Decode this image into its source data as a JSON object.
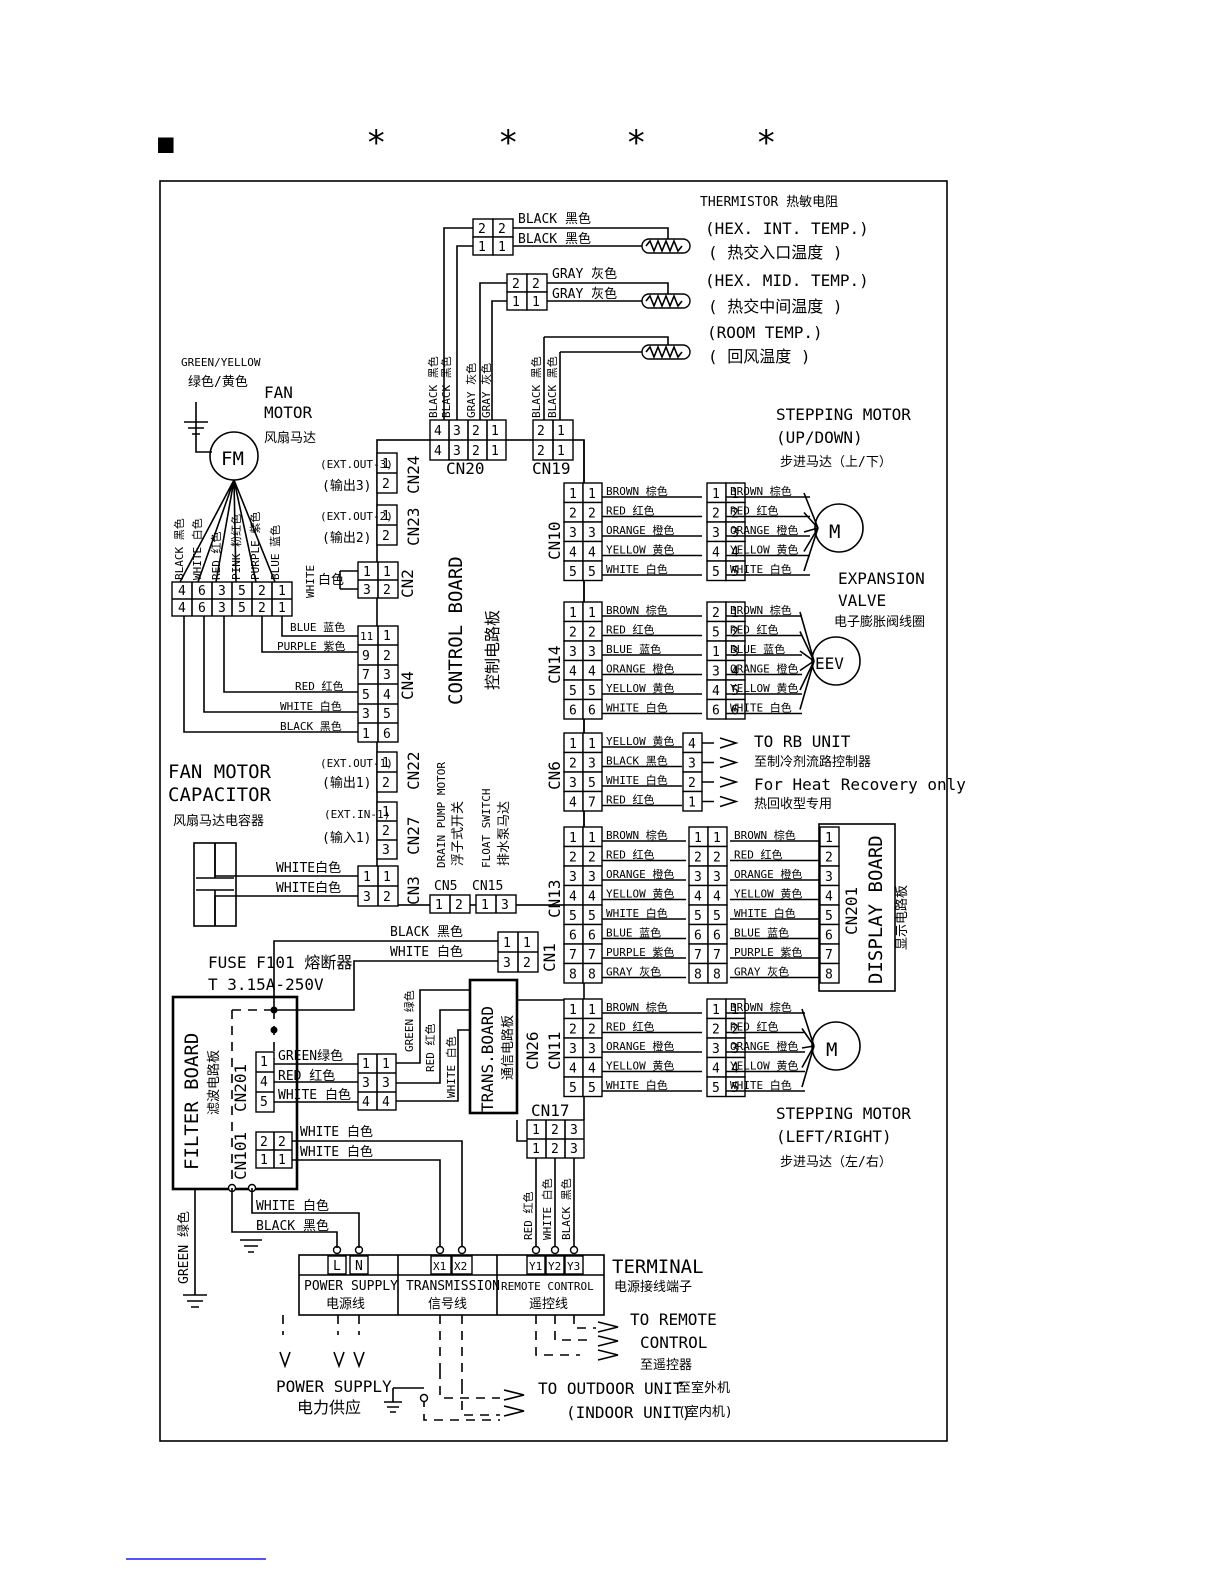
{
  "header": {
    "marker": "■",
    "stars": [
      "*",
      "*",
      "*",
      "*"
    ]
  },
  "thermistors": {
    "title": "THERMISTOR 热敏电阻",
    "hex_int": "(HEX. INT. TEMP.)",
    "hex_int_cn": "( 热交入口温度 )",
    "hex_mid": "(HEX. MID. TEMP.)",
    "hex_mid_cn": "( 热交中间温度 )",
    "room": "(ROOM TEMP.)",
    "room_cn": "( 回风温度 )",
    "wire_black": "BLACK 黑色",
    "wire_gray": "GRAY 灰色"
  },
  "fan_motor": {
    "gy": "GREEN/YELLOW",
    "gy_cn": "绿色/黄色",
    "title1": "FAN",
    "title2": "MOTOR",
    "title_cn": "风扇马达",
    "symbol": "FM",
    "vwires": [
      "BLACK 黑色",
      "WHITE 白色",
      "RED 红色",
      "PINK 粉红色",
      "PURPLE 紫色",
      "BLUE 蓝色"
    ],
    "pins": [
      "4",
      "6",
      "3",
      "5",
      "2",
      "1"
    ]
  },
  "cn4": {
    "label": "CN4",
    "pins_left": [
      "11",
      "9",
      "7",
      "5",
      "3",
      "1"
    ],
    "pins_right": [
      "1",
      "2",
      "3",
      "4",
      "5",
      "6"
    ],
    "wires": [
      "BLUE 蓝色",
      "PURPLE 紫色",
      "RED 红色",
      "WHITE 白色",
      "BLACK 黑色"
    ]
  },
  "cn24": {
    "label": "CN24",
    "l1": "(EXT.OUT-3)",
    "l2": "(输出3)"
  },
  "cn23": {
    "label": "CN23",
    "l1": "(EXT.OUT-2)",
    "l2": "(输出2)"
  },
  "cn2": {
    "label": "CN2",
    "l1": "WHITE",
    "l2": "白色"
  },
  "cn22": {
    "label": "CN22",
    "l1": "(EXT.OUT-1)",
    "l2": "(输出1)"
  },
  "cn27": {
    "label": "CN27",
    "l1": "(EXT.IN-1)",
    "l2": "(输入1)"
  },
  "cn3": {
    "label": "CN3",
    "wires": [
      "WHITE白色",
      "WHITE白色"
    ]
  },
  "capacitor": {
    "l1": "FAN MOTOR",
    "l2": "CAPACITOR",
    "cn": "风扇马达电容器"
  },
  "control_board": {
    "en": "CONTROL BOARD",
    "cn": "控制电路板"
  },
  "cn20": {
    "label": "CN20",
    "pins": [
      "4",
      "3",
      "2",
      "1"
    ],
    "wires": [
      "BLACK 黑色",
      "BLACK 黑色",
      "GRAY 灰色",
      "GRAY 灰色"
    ]
  },
  "cn19": {
    "label": "CN19",
    "pins": [
      "2",
      "1"
    ],
    "wires": [
      "BLACK 黑色",
      "BLACK 黑色"
    ]
  },
  "pump": {
    "drain": "DRAIN PUMP MOTOR",
    "drain_cn": "浮子式开关",
    "float": "FLOAT SWITCH",
    "float_cn": "排水泵马达",
    "cn5": "CN5",
    "cn15": "CN15"
  },
  "cn1": {
    "label": "CN1",
    "wires": [
      "BLACK 黑色",
      "WHITE 白色"
    ]
  },
  "fuse": {
    "l1": "FUSE F101 熔断器",
    "l2": "T 3.15A-250V"
  },
  "filter_board": {
    "en": "FILTER BOARD",
    "cn": "滤波电路板",
    "cn201": "CN201",
    "cn101": "CN101",
    "w1": [
      "GREEN绿色",
      "RED 红色",
      "WHITE 白色"
    ],
    "w2": [
      "WHITE 白色",
      "WHITE 白色"
    ]
  },
  "trans_board": {
    "en": "TRANS.BOARD",
    "cn": "通信电路板",
    "cn26": "CN26",
    "wires": [
      "GREEN 绿色",
      "RED 红色",
      "WHITE 白色"
    ]
  },
  "cn17": {
    "label": "CN17",
    "wires": [
      "RED 红色",
      "WHITE 白色",
      "BLACK 黑色"
    ]
  },
  "stepping_ud": {
    "title": "STEPPING MOTOR",
    "sub": "(UP/DOWN)",
    "cn": "步进马达（上/下）",
    "label": "CN10"
  },
  "stepping_lr": {
    "title": "STEPPING MOTOR",
    "sub": "(LEFT/RIGHT)",
    "cn": "步进马达（左/右）",
    "label": "CN11"
  },
  "step_wires": [
    "BROWN 棕色",
    "RED 红色",
    "ORANGE 橙色",
    "YELLOW 黄色",
    "WHITE 白色"
  ],
  "eev": {
    "title1": "EXPANSION",
    "title2": "VALVE",
    "cn": "电子膨胀阀线圈",
    "label": "CN14",
    "symbol": "EEV",
    "left_wires": [
      "BROWN 棕色",
      "RED 红色",
      "BLUE 蓝色",
      "ORANGE 橙色",
      "YELLOW 黄色",
      "WHITE 白色"
    ],
    "right_wires": [
      "BROWN 棕色",
      "RED 红色",
      "BLUE 蓝色",
      "ORANGE 橙色",
      "YELLOW 黄色",
      "WHITE 白色"
    ],
    "mid_pins": [
      "2",
      "5",
      "1",
      "3",
      "4",
      "6"
    ]
  },
  "cn6": {
    "label": "CN6",
    "wires": [
      "YELLOW 黄色",
      "BLACK 黑色",
      "WHITE 白色",
      "RED 红色"
    ],
    "right_pins": [
      "1",
      "3",
      "5",
      "7"
    ],
    "out_pins": [
      "4",
      "3",
      "2",
      "1"
    ],
    "to1": "TO RB UNIT",
    "to2": "至制冷剂流路控制器",
    "to3": "For Heat Recovery only",
    "to4": "热回收型专用"
  },
  "cn13": {
    "label": "CN13",
    "wires": [
      "BROWN 棕色",
      "RED 红色",
      "ORANGE 橙色",
      "YELLOW 黄色",
      "WHITE 白色",
      "BLUE 蓝色",
      "PURPLE 紫色",
      "GRAY 灰色"
    ]
  },
  "display": {
    "cn201": "CN201",
    "en": "DISPLAY BOARD",
    "cn": "显示电路板"
  },
  "terminal": {
    "title": "TERMINAL",
    "cn": "电源接线端子",
    "ps": "POWER SUPPLY",
    "ps_cn": "电源线",
    "tr": "TRANSMISSION",
    "tr_cn": "信号线",
    "rc": "REMOTE CONTROL",
    "rc_cn": "遥控线",
    "pins": [
      "L",
      "N",
      "X1",
      "X2",
      "Y1",
      "Y2",
      "Y3"
    ]
  },
  "bottom": {
    "ps": "POWER SUPPLY",
    "ps_cn": "电力供应",
    "rem1": "TO REMOTE",
    "rem2": "CONTROL",
    "rem_cn": "至遥控器",
    "out1": "TO OUTDOOR UNIT",
    "out_cn": "至室外机",
    "in1": "(INDOOR UNIT)",
    "in_cn": "(室内机)",
    "gnd": "GREEN 绿色",
    "w": "WHITE 白色",
    "b": "BLACK 黑色"
  }
}
